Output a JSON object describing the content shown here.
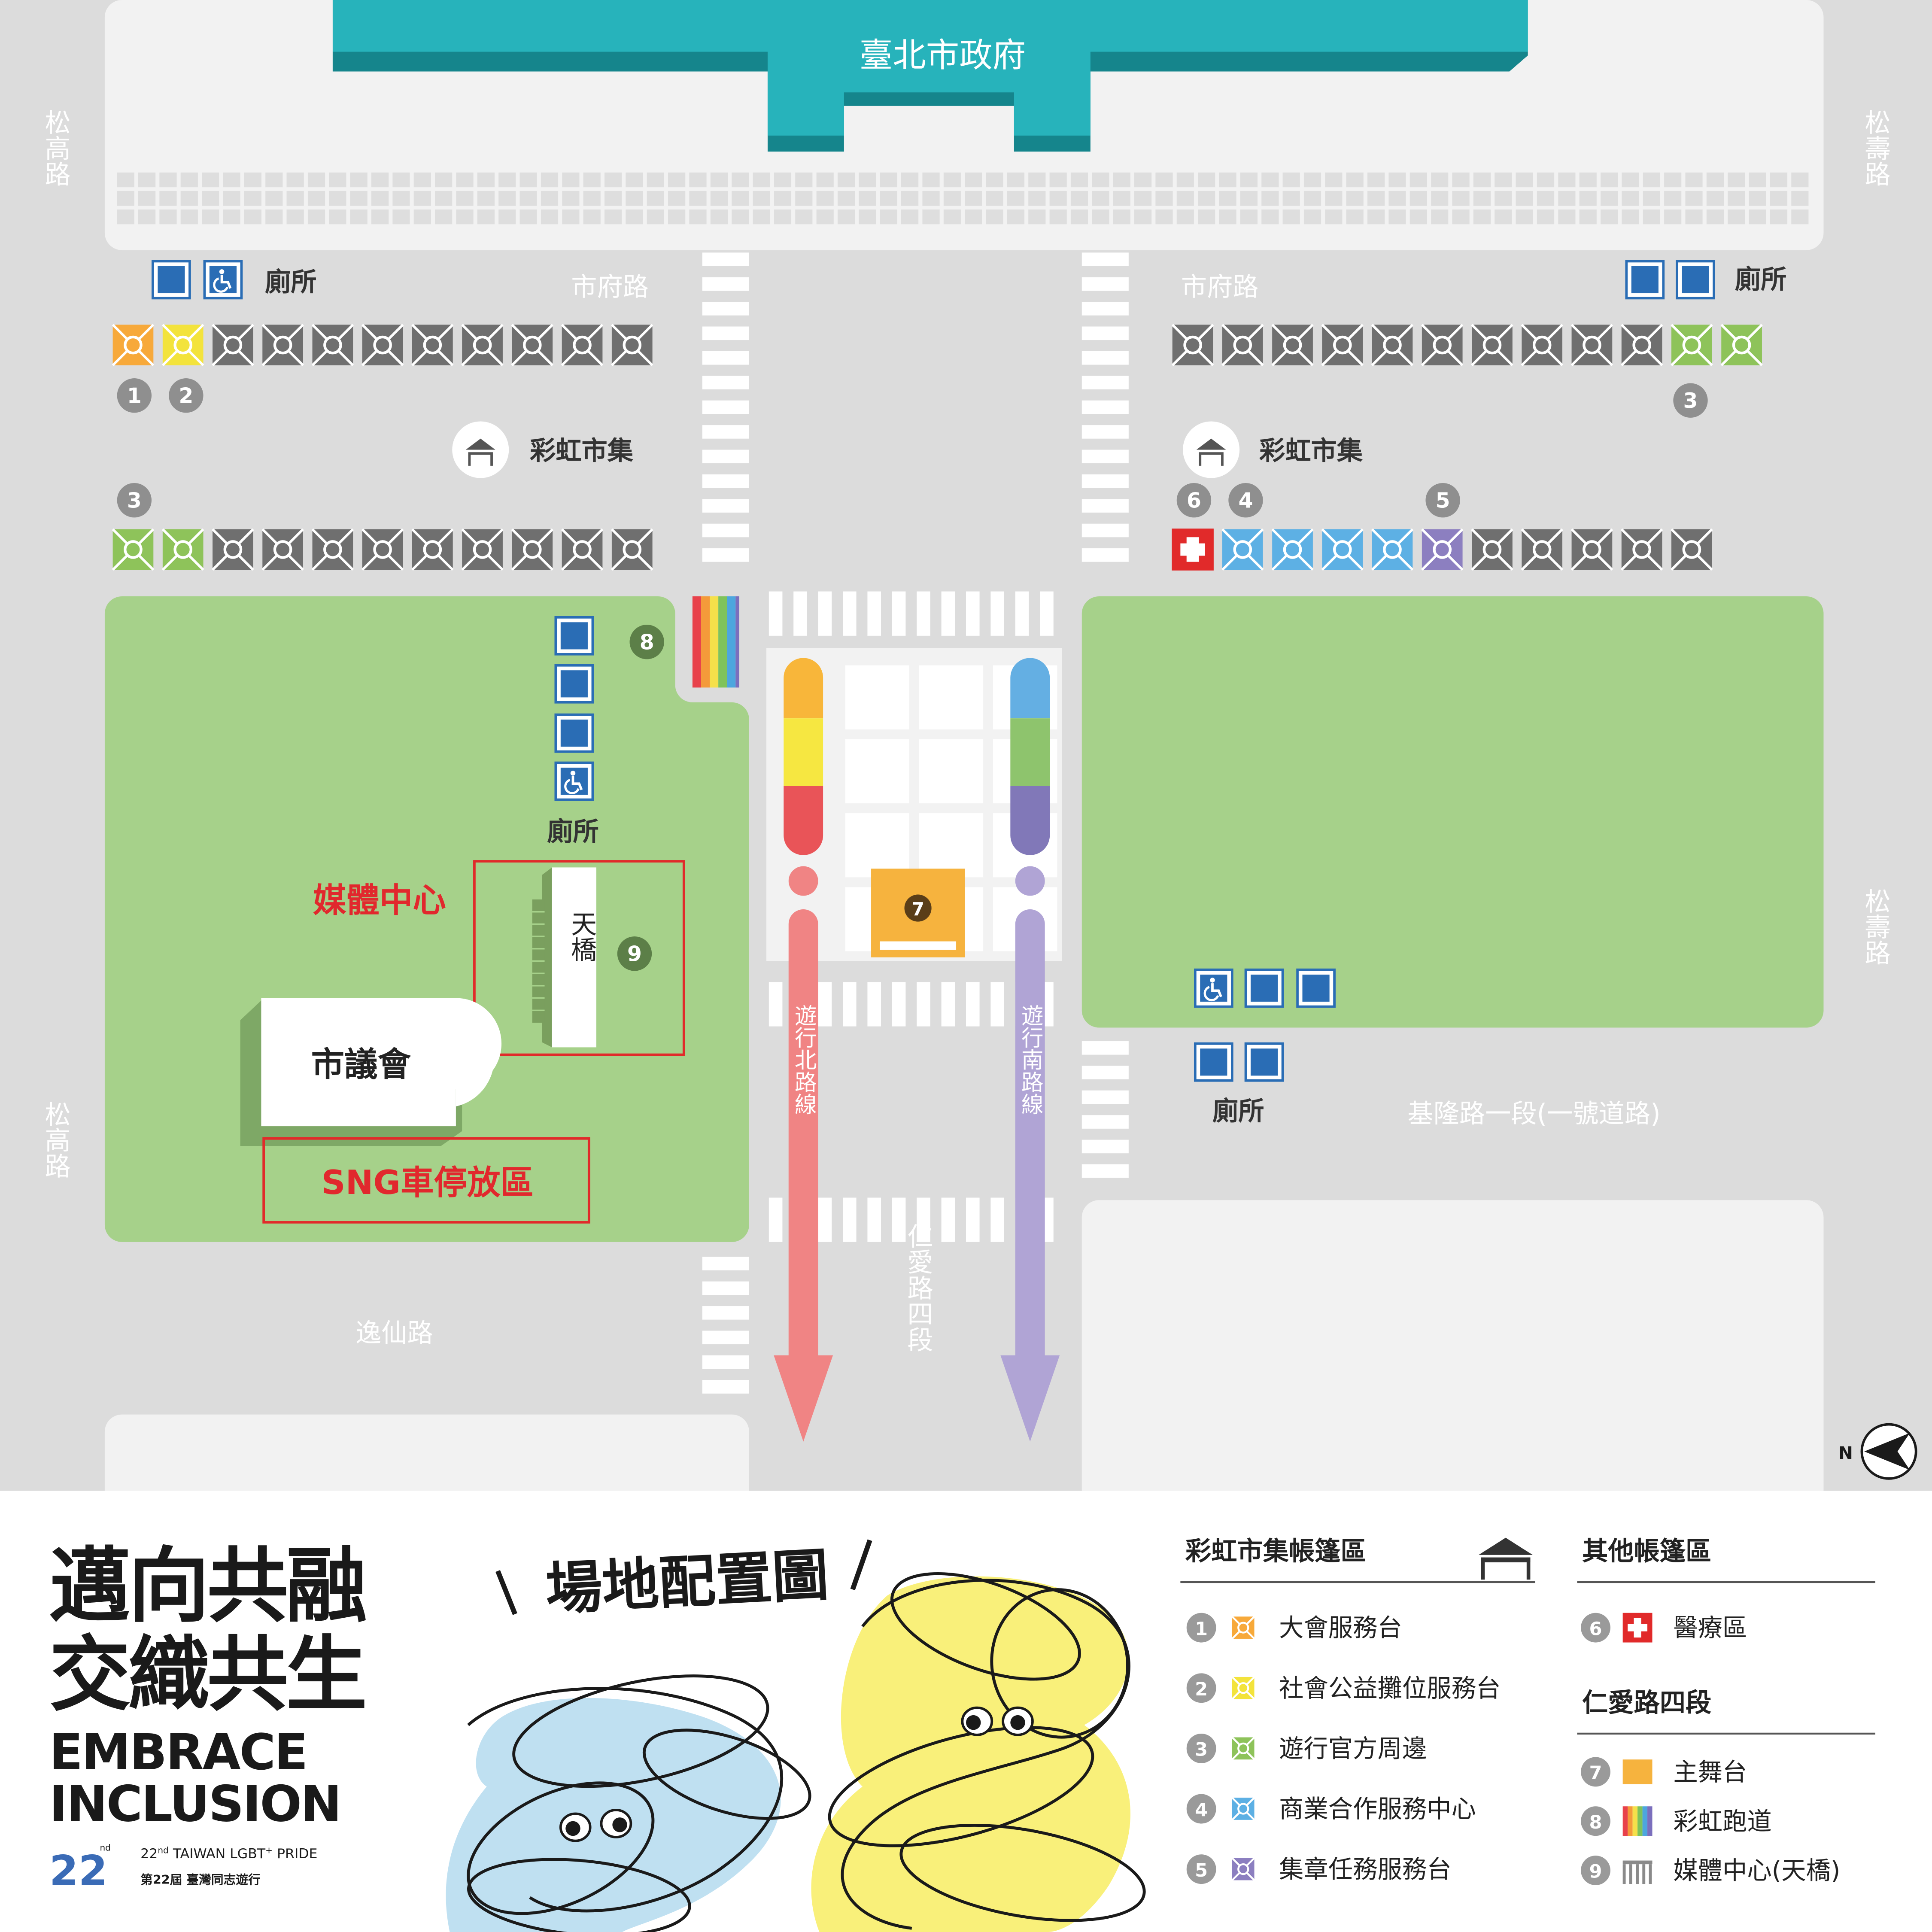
{
  "colors": {
    "road": "#dcdcdc",
    "block": "#f2f2f2",
    "park": "#a6d18a",
    "teal": "#27b3bb",
    "teal_dark": "#15858c",
    "tent_gray": "#6f6f6f",
    "wc_blue": "#2a6db5",
    "red": "#e12a2a",
    "road_text": "#ffffff",
    "red_label": "#e1282d",
    "north_line": "#f08484",
    "south_line": "#b0a4d5",
    "stage_orange": "#f6b33e"
  },
  "map": {
    "city_hall": "臺北市政府",
    "roads": {
      "songgao_top": "松高路",
      "songgao_bottom": "松高路",
      "songshou_top": "松壽路",
      "songshou_right": "松壽路",
      "shifu_left": "市府路",
      "shifu_right": "市府路",
      "keelung": "基隆路一段(一號道路)",
      "yixian": "逸仙路",
      "renai": "仁愛路四段"
    },
    "toilet_left_top": "廁所",
    "toilet_right_top": "廁所",
    "toilet_park_left": "廁所",
    "toilet_park_right": "廁所",
    "market_left": "彩虹市集",
    "market_right": "彩虹市集",
    "media_center": "媒體中心",
    "bridge": "天橋",
    "city_council": "市議會",
    "sng_parking": "SNG車停放區",
    "north_route": "遊行北路線",
    "south_route": "遊行南路線",
    "north_arrow": "N",
    "badges": {
      "b1": "1",
      "b2": "2",
      "b3_left": "3",
      "b3_right": "3",
      "b4": "4",
      "b5": "5",
      "b6": "6",
      "b7": "7",
      "b8": "8",
      "b9": "9"
    },
    "icons": {
      "toilet": "toilet-square-icon",
      "accessible": "wheelchair-icon",
      "tent": "market-tent-icon",
      "medical": "medical-cross-icon",
      "compass": "north-compass-icon"
    }
  },
  "footer": {
    "slogan_line1": "邁向共融",
    "slogan_line2": "交織共生",
    "embrace": "EMBRACE",
    "inclusion": "INCLUSION",
    "logo_number": "22",
    "logo_tag": "nd",
    "pride_en_prefix": "22",
    "pride_en_sup": "nd",
    "pride_en_rest": " TAIWAN LGBT",
    "pride_en_plus": "+",
    "pride_en_end": " PRIDE",
    "pride_zh": "第22屆 臺灣同志遊行",
    "plan_title": "場地配置圖",
    "legend_market_title": "彩虹市集帳篷區",
    "legend_other_title": "其他帳篷區",
    "legend_renai_title": "仁愛路四段",
    "legend_items": [
      {
        "num": "1",
        "label": "大會服務台",
        "color": "#f7a93a"
      },
      {
        "num": "2",
        "label": "社會公益攤位服務台",
        "color": "#f3e33c"
      },
      {
        "num": "3",
        "label": "遊行官方周邊",
        "color": "#8ec35a"
      },
      {
        "num": "4",
        "label": "商業合作服務中心",
        "color": "#5db0e4"
      },
      {
        "num": "5",
        "label": "集章任務服務台",
        "color": "#8c7fc0"
      },
      {
        "num": "6",
        "label": "醫療區",
        "color": "#e12a2a"
      },
      {
        "num": "7",
        "label": "主舞台",
        "color": "#f6b33e"
      },
      {
        "num": "8",
        "label": "彩虹跑道",
        "color": "rainbow"
      },
      {
        "num": "9",
        "label": "媒體中心(天橋)",
        "color": "#8a8a8a"
      }
    ]
  }
}
